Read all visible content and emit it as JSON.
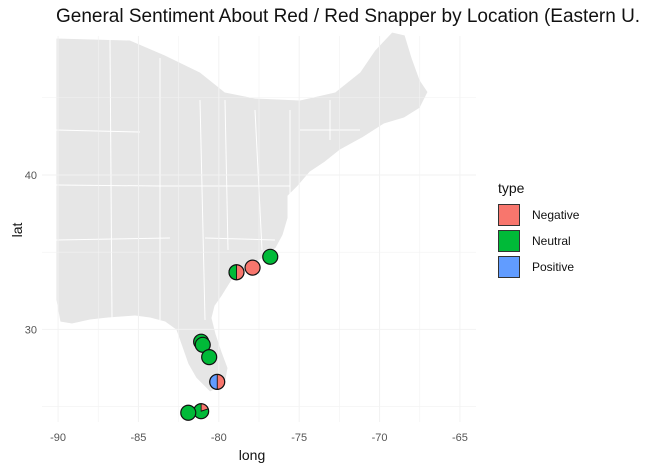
{
  "title": "General Sentiment About Red / Red Snapper by Location (Eastern U.",
  "chart_data": {
    "type": "map-pie",
    "title": "General Sentiment About Red / Red Snapper by Location (Eastern U.",
    "xlabel": "long",
    "ylabel": "lat",
    "xlim": [
      -91,
      -64
    ],
    "ylim": [
      24,
      49
    ],
    "x_ticks": [
      -90,
      -85,
      -80,
      -75,
      -70,
      -65
    ],
    "y_ticks": [
      30,
      40
    ],
    "legend_title": "type",
    "legend_position": "right",
    "categories": [
      "Negative",
      "Neutral",
      "Positive"
    ],
    "colors": {
      "Negative": "#F8766D",
      "Neutral": "#00BA38",
      "Positive": "#619CFF"
    },
    "points": [
      {
        "long": -76.8,
        "lat": 34.7,
        "Negative": 0,
        "Neutral": 1,
        "Positive": 0
      },
      {
        "long": -77.9,
        "lat": 34.0,
        "Negative": 1,
        "Neutral": 0,
        "Positive": 0
      },
      {
        "long": -78.9,
        "lat": 33.7,
        "Negative": 0.5,
        "Neutral": 0.5,
        "Positive": 0
      },
      {
        "long": -81.1,
        "lat": 29.2,
        "Negative": 0,
        "Neutral": 1,
        "Positive": 0
      },
      {
        "long": -81.0,
        "lat": 29.0,
        "Negative": 0,
        "Neutral": 1,
        "Positive": 0
      },
      {
        "long": -80.6,
        "lat": 28.2,
        "Negative": 0,
        "Neutral": 1,
        "Positive": 0
      },
      {
        "long": -80.1,
        "lat": 26.6,
        "Negative": 0.5,
        "Neutral": 0,
        "Positive": 0.5
      },
      {
        "long": -81.1,
        "lat": 24.7,
        "Negative": 0.2,
        "Neutral": 0.8,
        "Positive": 0
      },
      {
        "long": -81.9,
        "lat": 24.6,
        "Negative": 0,
        "Neutral": 1,
        "Positive": 0
      }
    ]
  }
}
